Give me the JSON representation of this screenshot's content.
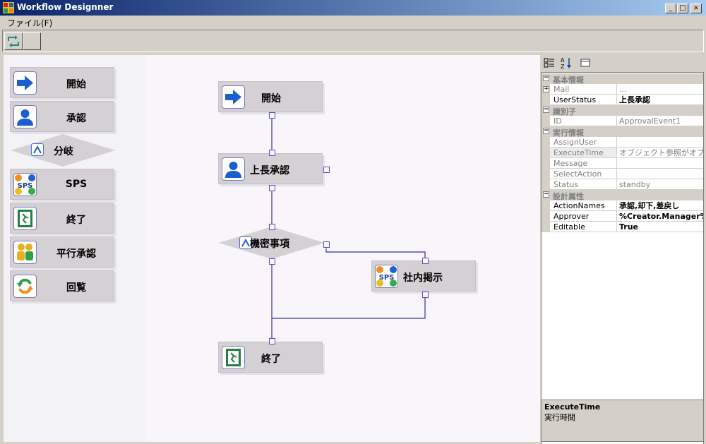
{
  "window": {
    "title": "Workflow Designner"
  },
  "menu": {
    "file": "ファイル(F)"
  },
  "palette": {
    "items": [
      {
        "label": "開始",
        "icon": "arrow-right-icon"
      },
      {
        "label": "承認",
        "icon": "user-icon"
      },
      {
        "label": "分岐",
        "icon": "branch-icon"
      },
      {
        "label": "SPS",
        "icon": "sps-icon"
      },
      {
        "label": "終了",
        "icon": "exit-icon"
      },
      {
        "label": "平行承認",
        "icon": "group-users-icon"
      },
      {
        "label": "回覧",
        "icon": "circulate-icon"
      }
    ]
  },
  "designer": {
    "nodes": {
      "start": "開始",
      "approval": "上長承認",
      "branch": "機密事項",
      "sps": "社内掲示",
      "end": "終了"
    }
  },
  "properties": {
    "categories": [
      {
        "label": "基本情報",
        "rows": [
          {
            "name": "Mail",
            "value": "...",
            "expandable": true
          },
          {
            "name": "UserStatus",
            "value": "上長承認"
          }
        ]
      },
      {
        "label": "識別子",
        "rows": [
          {
            "name": "ID",
            "value": "ApprovalEvent1"
          }
        ]
      },
      {
        "label": "実行情報",
        "rows": [
          {
            "name": "AssignUser",
            "value": ""
          },
          {
            "name": "ExecuteTime",
            "value": "オブジェクト参照がオブジェ"
          },
          {
            "name": "Message",
            "value": ""
          },
          {
            "name": "SelectAction",
            "value": ""
          },
          {
            "name": "Status",
            "value": "standby"
          }
        ]
      },
      {
        "label": "設計属性",
        "rows": [
          {
            "name": "ActionNames",
            "value": "承認,却下,差戻し"
          },
          {
            "name": "Approver",
            "value": "%Creator.Manager%"
          },
          {
            "name": "Editable",
            "value": "True"
          }
        ]
      }
    ],
    "description": {
      "title": "ExecuteTime",
      "text": "実行時間"
    }
  },
  "colors": {
    "titlebar_start": "#0a246a",
    "titlebar_end": "#a6caf0",
    "connector": "#3a2ca0",
    "arrow_blue": "#1a5fd0"
  }
}
